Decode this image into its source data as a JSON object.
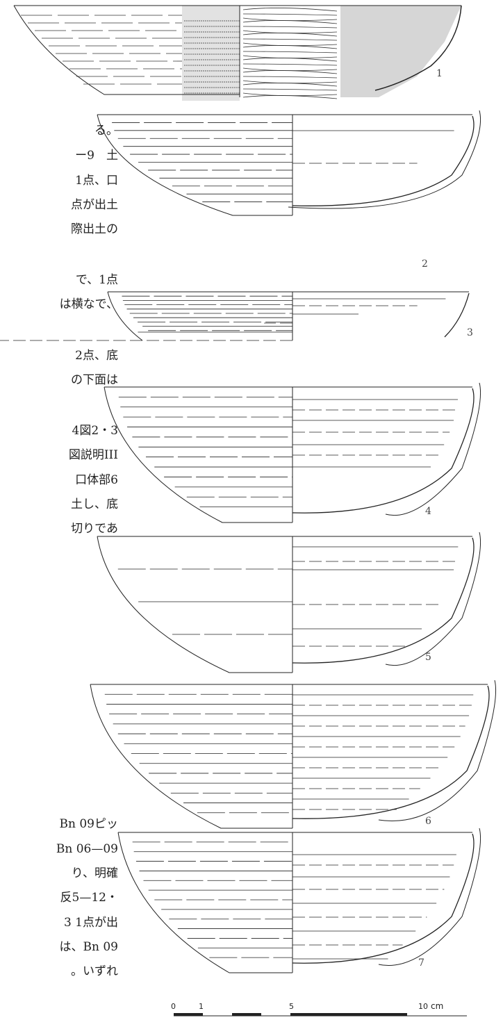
{
  "text_lines": [
    "る。",
    "ー9　土",
    "1点、口",
    "点が出土",
    "際出土の",
    "で、1点",
    "は横なで、",
    "2点、底",
    "の下面は",
    "4図2・3",
    "図説明III",
    "口体部6",
    "土し、底",
    "切りであ",
    "Bn 09ピッ",
    "Bn 06—09",
    "り、明確",
    "反5—12・",
    "3 1点が出",
    "は、Bn 09",
    "。いずれ"
  ],
  "figure_labels": [
    "1",
    "2",
    "3",
    "4",
    "5",
    "6",
    "7"
  ],
  "scale_bar": {
    "ticks": [
      "0",
      "1",
      "5",
      "10"
    ],
    "unit": "cm"
  }
}
